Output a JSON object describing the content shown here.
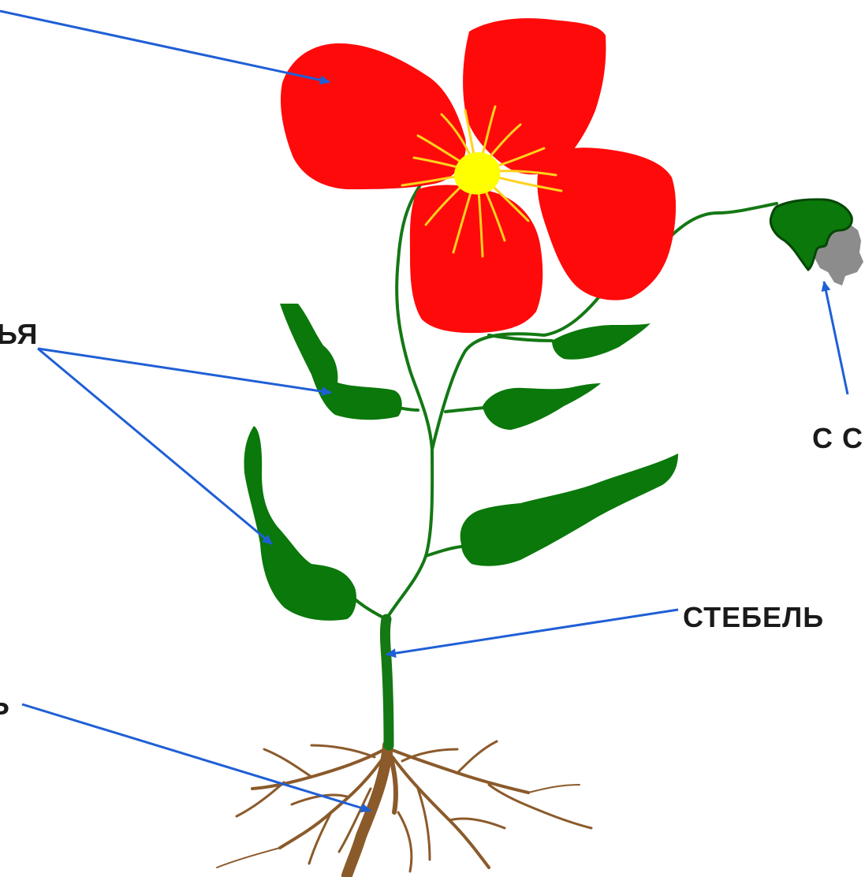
{
  "labels": {
    "leaves_fragment": "ЬЯ",
    "stem": "СТЕБЕЛЬ",
    "fruit_fragment": "С С",
    "root_fragment": "Ь"
  },
  "colors": {
    "petal": "#ff0a0a",
    "center": "#ffff00",
    "stamen": "#ffd21e",
    "leaf": "#0a780a",
    "stem": "#147814",
    "root": "#8b5a2b",
    "seed": "#8c8c8c",
    "arrow": "#1f5fd6"
  }
}
